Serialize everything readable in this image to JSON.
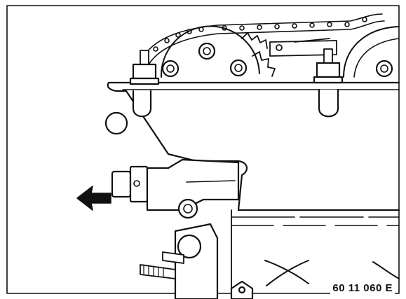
{
  "figure": {
    "reference_code": "60 11 060 E",
    "ink_color": "#111111",
    "paper_color": "#ffffff",
    "parts": [
      "timing-chain",
      "camshaft-sprocket",
      "chain-tensioner",
      "cylinder-head",
      "stud-bolts",
      "indicator-arrow"
    ]
  }
}
